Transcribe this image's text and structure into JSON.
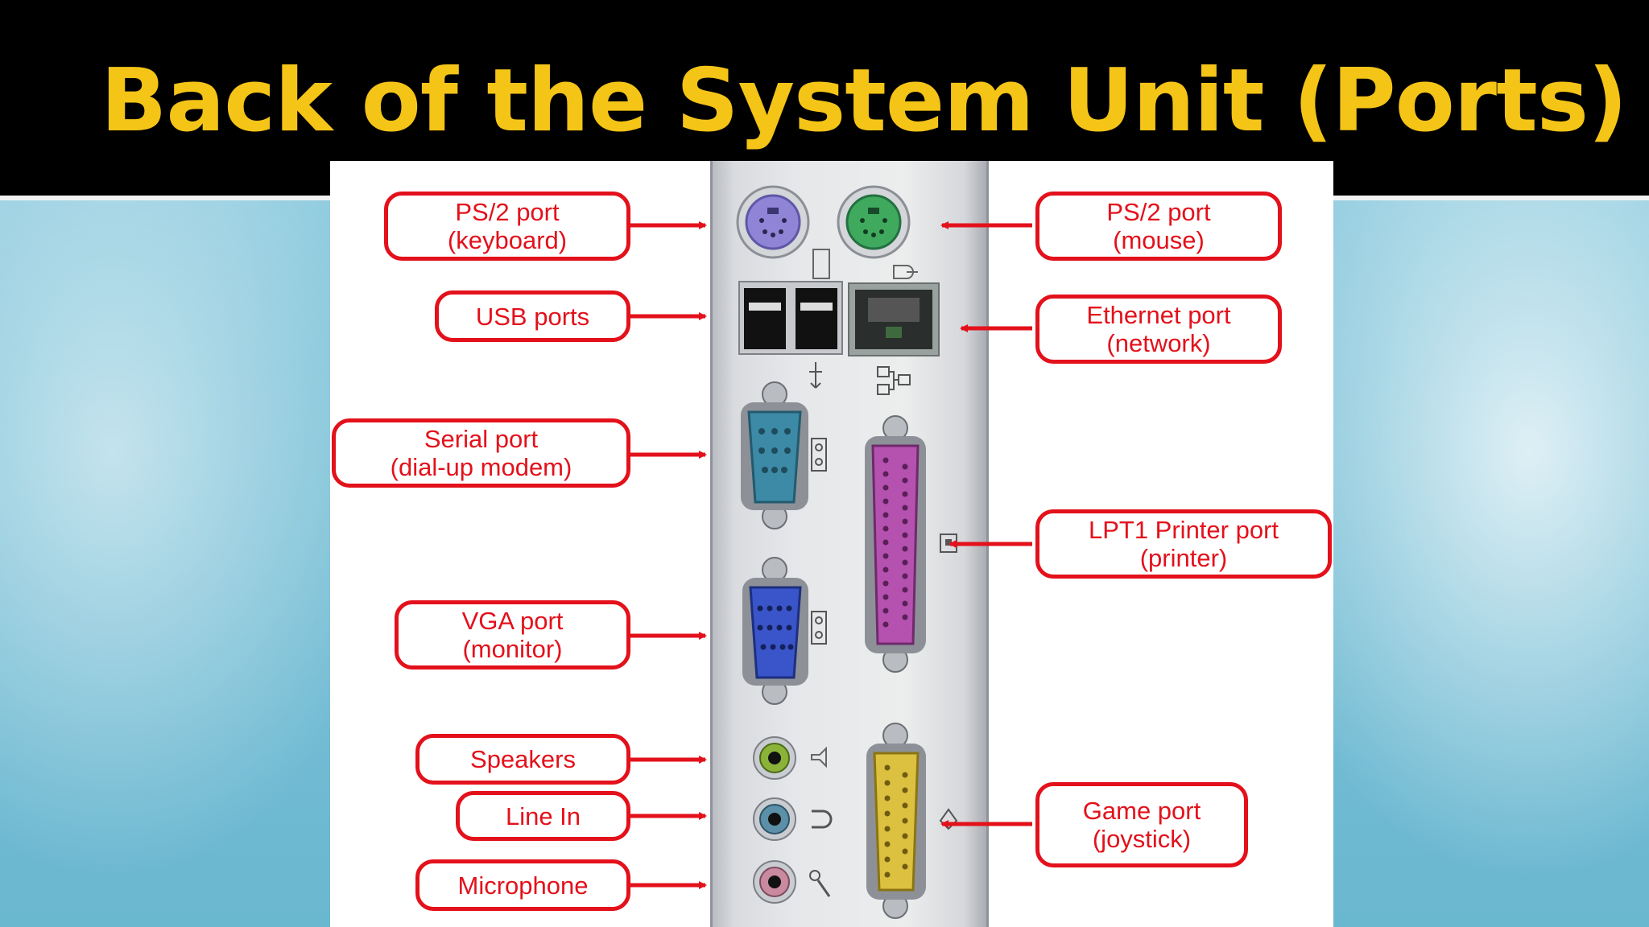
{
  "slide": {
    "title": "Back of the System Unit (Ports)"
  },
  "colors": {
    "title_text": "#f4c417",
    "title_bar": "#000000",
    "callout_red": "#e3111b",
    "ps2_keyboard": "#8f84d6",
    "ps2_mouse": "#3faa5e",
    "serial_port": "#3c8aa6",
    "vga_port": "#3a55c9",
    "parallel_port": "#b552b0",
    "game_port": "#dcc040",
    "speaker_jack": "#8bb33a",
    "line_in_jack": "#5c8fa8",
    "microphone_jack": "#c98aa0"
  },
  "callouts": {
    "ps2_keyboard": {
      "line1": "PS/2 port",
      "line2": "(keyboard)"
    },
    "ps2_mouse": {
      "line1": "PS/2 port",
      "line2": "(mouse)"
    },
    "usb": {
      "line1": "USB ports"
    },
    "ethernet": {
      "line1": "Ethernet port",
      "line2": "(network)"
    },
    "serial": {
      "line1": "Serial port",
      "line2": "(dial-up modem)"
    },
    "lpt1": {
      "line1": "LPT1 Printer port",
      "line2": "(printer)"
    },
    "vga": {
      "line1": "VGA port",
      "line2": "(monitor)"
    },
    "speakers": {
      "line1": "Speakers"
    },
    "line_in": {
      "line1": "Line In"
    },
    "microphone": {
      "line1": "Microphone"
    },
    "game": {
      "line1": "Game port",
      "line2": "(joystick)"
    }
  }
}
